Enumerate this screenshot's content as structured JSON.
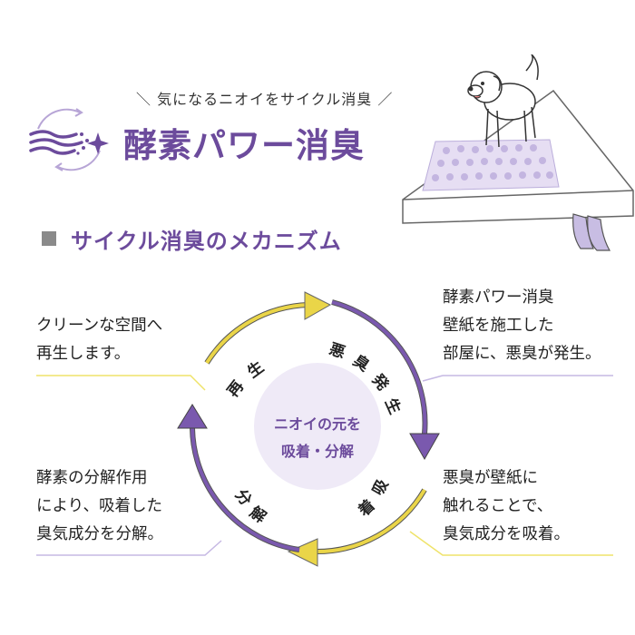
{
  "header": {
    "tagline": "気になるニオイをサイクル消臭",
    "title": "酵素パワー消臭"
  },
  "section": {
    "title": "サイクル消臭のメカニズム"
  },
  "cycle": {
    "center_line1": "ニオイの元を",
    "center_line2": "吸着・分解",
    "stages": [
      {
        "label": "悪臭発生"
      },
      {
        "label": "吸着"
      },
      {
        "label": "分解"
      },
      {
        "label": "再生"
      }
    ]
  },
  "notes": {
    "top_right": [
      "酵素パワー消臭",
      "壁紙を施工した",
      "部屋に、悪臭が発生。"
    ],
    "bottom_right": [
      "悪臭が壁紙に",
      "触れることで、",
      "臭気成分を吸着。"
    ],
    "bottom_left": [
      "酵素の分解作用",
      "により、吸着した",
      "臭気成分を分解。"
    ],
    "top_left": [
      "クリーンな空間へ",
      "再生します。"
    ]
  },
  "colors": {
    "purple": "#6c4b9c",
    "yellow": "#e8d23a",
    "lavender": "#d8cfea"
  },
  "icons": {
    "logo": "cycle-wind-sparkle-icon",
    "illustration": "dog-on-pee-pad-icon"
  }
}
